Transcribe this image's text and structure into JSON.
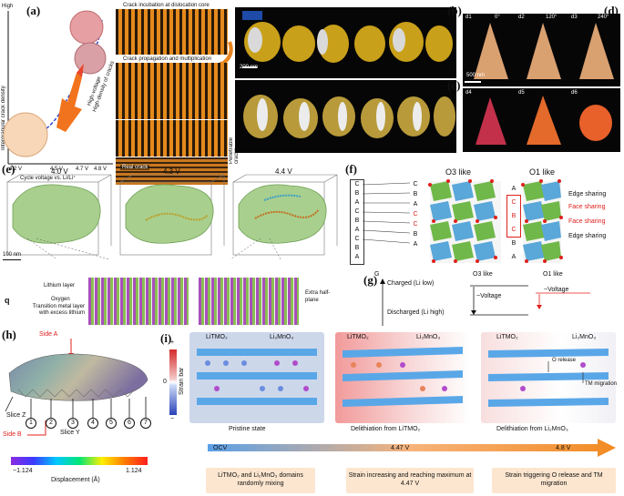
{
  "panels": {
    "a": {
      "label": "(a)",
      "y_axis": "Intergranular crack density",
      "y_high": "High",
      "x_axis": "Cycle voltage vs. Li/Li⁺",
      "x_ticks": [
        "4.2 V",
        "4.5 V",
        "4.7 V",
        "4.8 V"
      ],
      "annotation_high_voltage": "High-voltage",
      "annotation_high_density": "High-density of cracks",
      "title_incubation": "Crack incubation at dislocation core",
      "title_propagation": "Crack propagation and multiplication",
      "side_label": "Penetrable cracks",
      "real_crack": "Real crack"
    },
    "b": {
      "label": "(b)",
      "scale": "200 nm"
    },
    "c": {
      "label": "(c)"
    },
    "d": {
      "label": "(d)",
      "subpanels": [
        "d1",
        "d2",
        "d3",
        "d4",
        "d5",
        "d6"
      ],
      "angles": [
        "0°",
        "120°",
        "240°"
      ],
      "scale": "500 nm"
    },
    "e": {
      "label": "(e)",
      "voltages": [
        "4.0 V",
        "4.3 V",
        "4.4 V"
      ],
      "scale": "100 nm",
      "q_label": "q",
      "legend": [
        "Lithium layer",
        "Oxygen",
        "Transition metal layer with excess lithium"
      ],
      "extra": "Extra half-plane"
    },
    "f": {
      "label": "(f)",
      "stack_left": [
        "C",
        "B",
        "A",
        "C",
        "B",
        "A",
        "C",
        "B",
        "A"
      ],
      "stack_right": [
        "C",
        "B",
        "A",
        "C",
        "C",
        "B",
        "A"
      ],
      "o3": "O3 like",
      "o1": "O1 like",
      "o1_layers": [
        "A",
        "C",
        "B",
        "C",
        "B",
        "A"
      ],
      "sharing": [
        "Edge sharing",
        "Face sharing",
        "Face sharing",
        "Edge sharing"
      ]
    },
    "g": {
      "label": "(g)",
      "g_axis": "G",
      "charged": "Charged (Li low)",
      "discharged": "Discharged (Li high)",
      "o3": "O3 like",
      "o1": "O1 like",
      "voltage1": "~Voltage",
      "voltage2": "~Voltage"
    },
    "h": {
      "label": "(h)",
      "side_a": "Side A",
      "side_b": "Side B",
      "slice_z": "Slice Z",
      "slice_y": "Slice Y",
      "slices": [
        "1",
        "2",
        "3",
        "4",
        "5",
        "6",
        "7"
      ],
      "colorbar_title": "Displacement (Å)",
      "colorbar_min": "−1.124",
      "colorbar_max": "1.124"
    },
    "i": {
      "label": "(i)",
      "strain_bar": "Strain bar",
      "strain_plus": "+",
      "strain_zero": "0",
      "strain_minus": "−",
      "phase1": "LiTMO₂",
      "phase2": "Li₂MnO₃",
      "states": [
        "Pristine state",
        "Delithiation from LiTMO₂",
        "Delithiation from Li₂MnO₃"
      ],
      "o_release": "O release",
      "tm_migration": "TM migration",
      "voltages": [
        "OCV",
        "4.47 V",
        "4.8 V"
      ],
      "captions": [
        "LiTMO₂ and Li₂MnO₃ domains randomly mixing",
        "Strain increasing and reaching maximum at 4.47 V",
        "Strain triggering O release and TM migration"
      ]
    }
  }
}
